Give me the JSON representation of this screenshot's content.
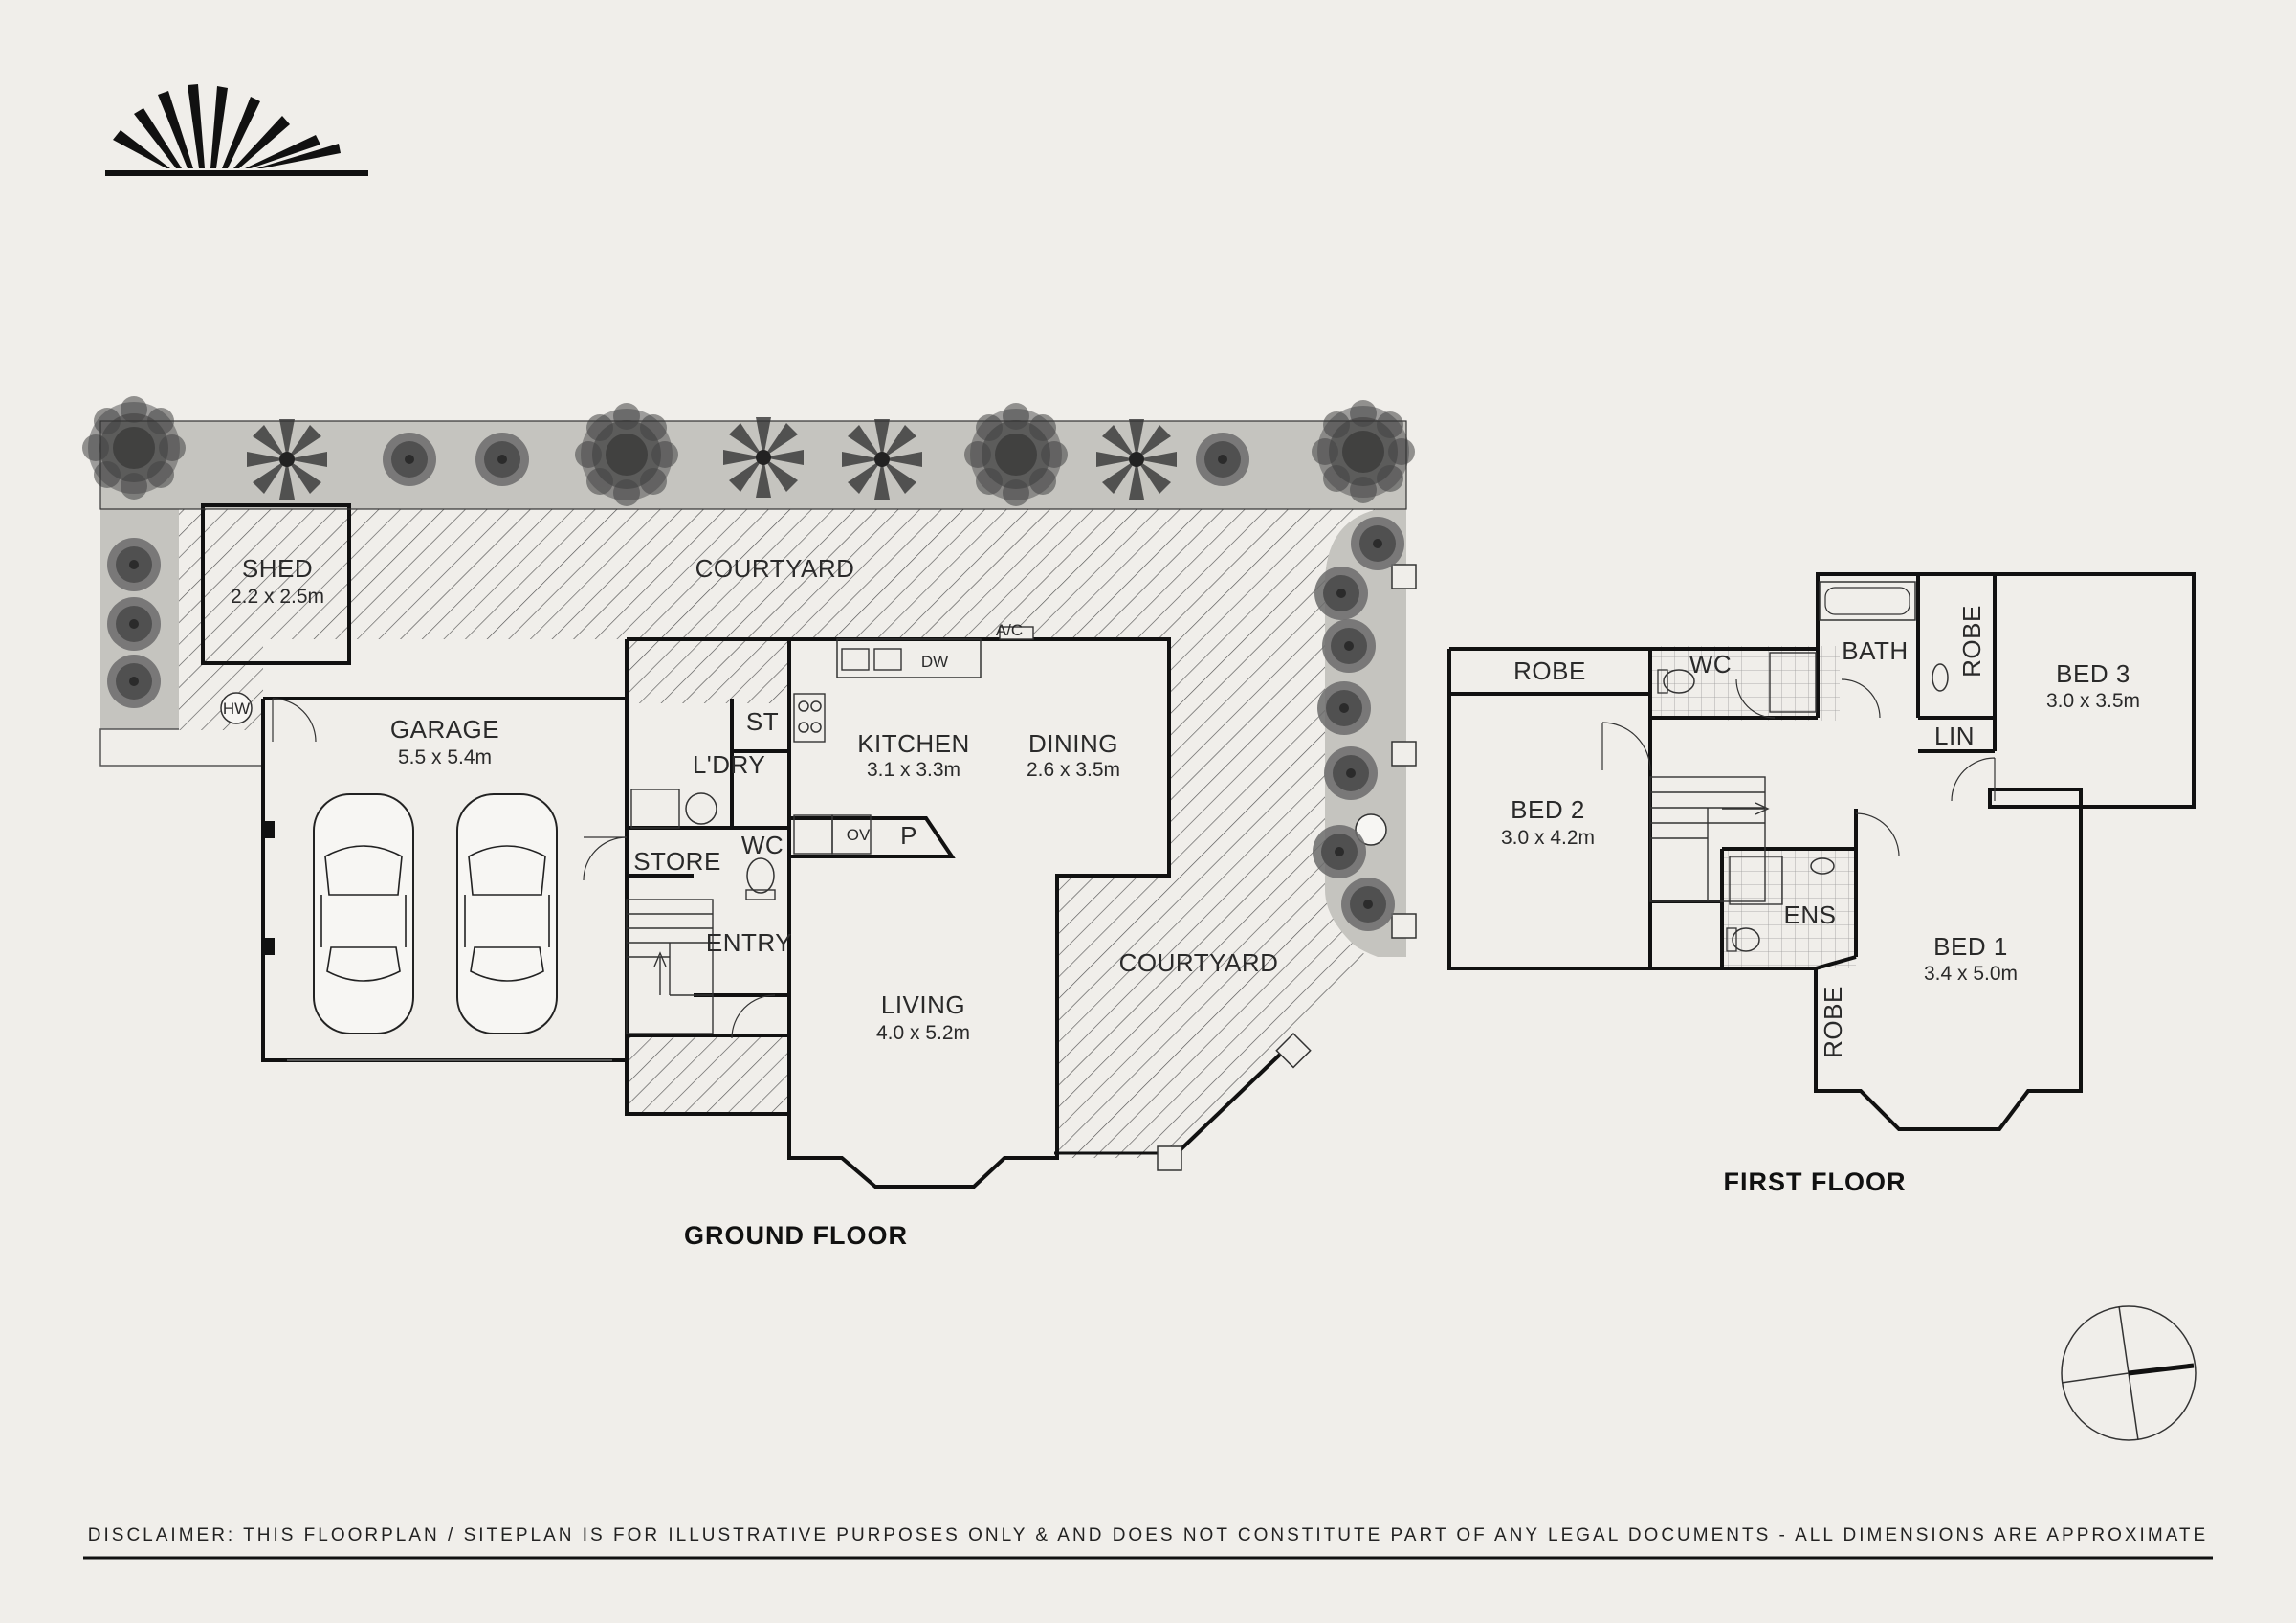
{
  "ground_floor": {
    "title": "GROUND FLOOR",
    "rooms": {
      "courtyard_top": {
        "label": "COURTYARD"
      },
      "shed": {
        "label": "SHED",
        "dim": "2.2 x 2.5m"
      },
      "hw": {
        "label": "HW"
      },
      "garage": {
        "label": "GARAGE",
        "dim": "5.5 x 5.4m"
      },
      "ac": {
        "label": "A/C"
      },
      "dw": {
        "label": "DW"
      },
      "st": {
        "label": "ST"
      },
      "laundry": {
        "label": "L'DRY"
      },
      "kitchen": {
        "label": "KITCHEN",
        "dim": "3.1 x 3.3m"
      },
      "dining": {
        "label": "DINING",
        "dim": "2.6 x 3.5m"
      },
      "wc": {
        "label": "WC"
      },
      "ov": {
        "label": "OV"
      },
      "pantry": {
        "label": "P"
      },
      "store": {
        "label": "STORE"
      },
      "entry": {
        "label": "ENTRY"
      },
      "living": {
        "label": "LIVING",
        "dim": "4.0 x 5.2m"
      },
      "courtyard_right": {
        "label": "COURTYARD"
      }
    }
  },
  "first_floor": {
    "title": "FIRST FLOOR",
    "rooms": {
      "robe_bed2": {
        "label": "ROBE"
      },
      "wc": {
        "label": "WC"
      },
      "bath": {
        "label": "BATH"
      },
      "robe_bed3": {
        "label": "ROBE"
      },
      "bed3": {
        "label": "BED 3",
        "dim": "3.0 x 3.5m"
      },
      "lin": {
        "label": "LIN"
      },
      "bed2": {
        "label": "BED 2",
        "dim": "3.0 x 4.2m"
      },
      "ens": {
        "label": "ENS"
      },
      "bed1": {
        "label": "BED 1",
        "dim": "3.4 x 5.0m"
      },
      "robe_bed1": {
        "label": "ROBE"
      }
    }
  },
  "disclaimer": "DISCLAIMER: THIS FLOORPLAN / SITEPLAN IS FOR ILLUSTRATIVE PURPOSES ONLY & AND DOES NOT CONSTITUTE PART OF ANY LEGAL DOCUMENTS - ALL DIMENSIONS ARE APPROXIMATE",
  "icons": [
    "sunburst-logo-icon",
    "tree-icon",
    "car-icon",
    "compass-icon",
    "toilet-icon",
    "sink-icon",
    "bathtub-icon",
    "stairs-icon",
    "stove-icon"
  ],
  "colors": {
    "background": "#f0eeea",
    "wall": "#111111",
    "garden": "#c5c4bf",
    "tree": "#555555"
  }
}
